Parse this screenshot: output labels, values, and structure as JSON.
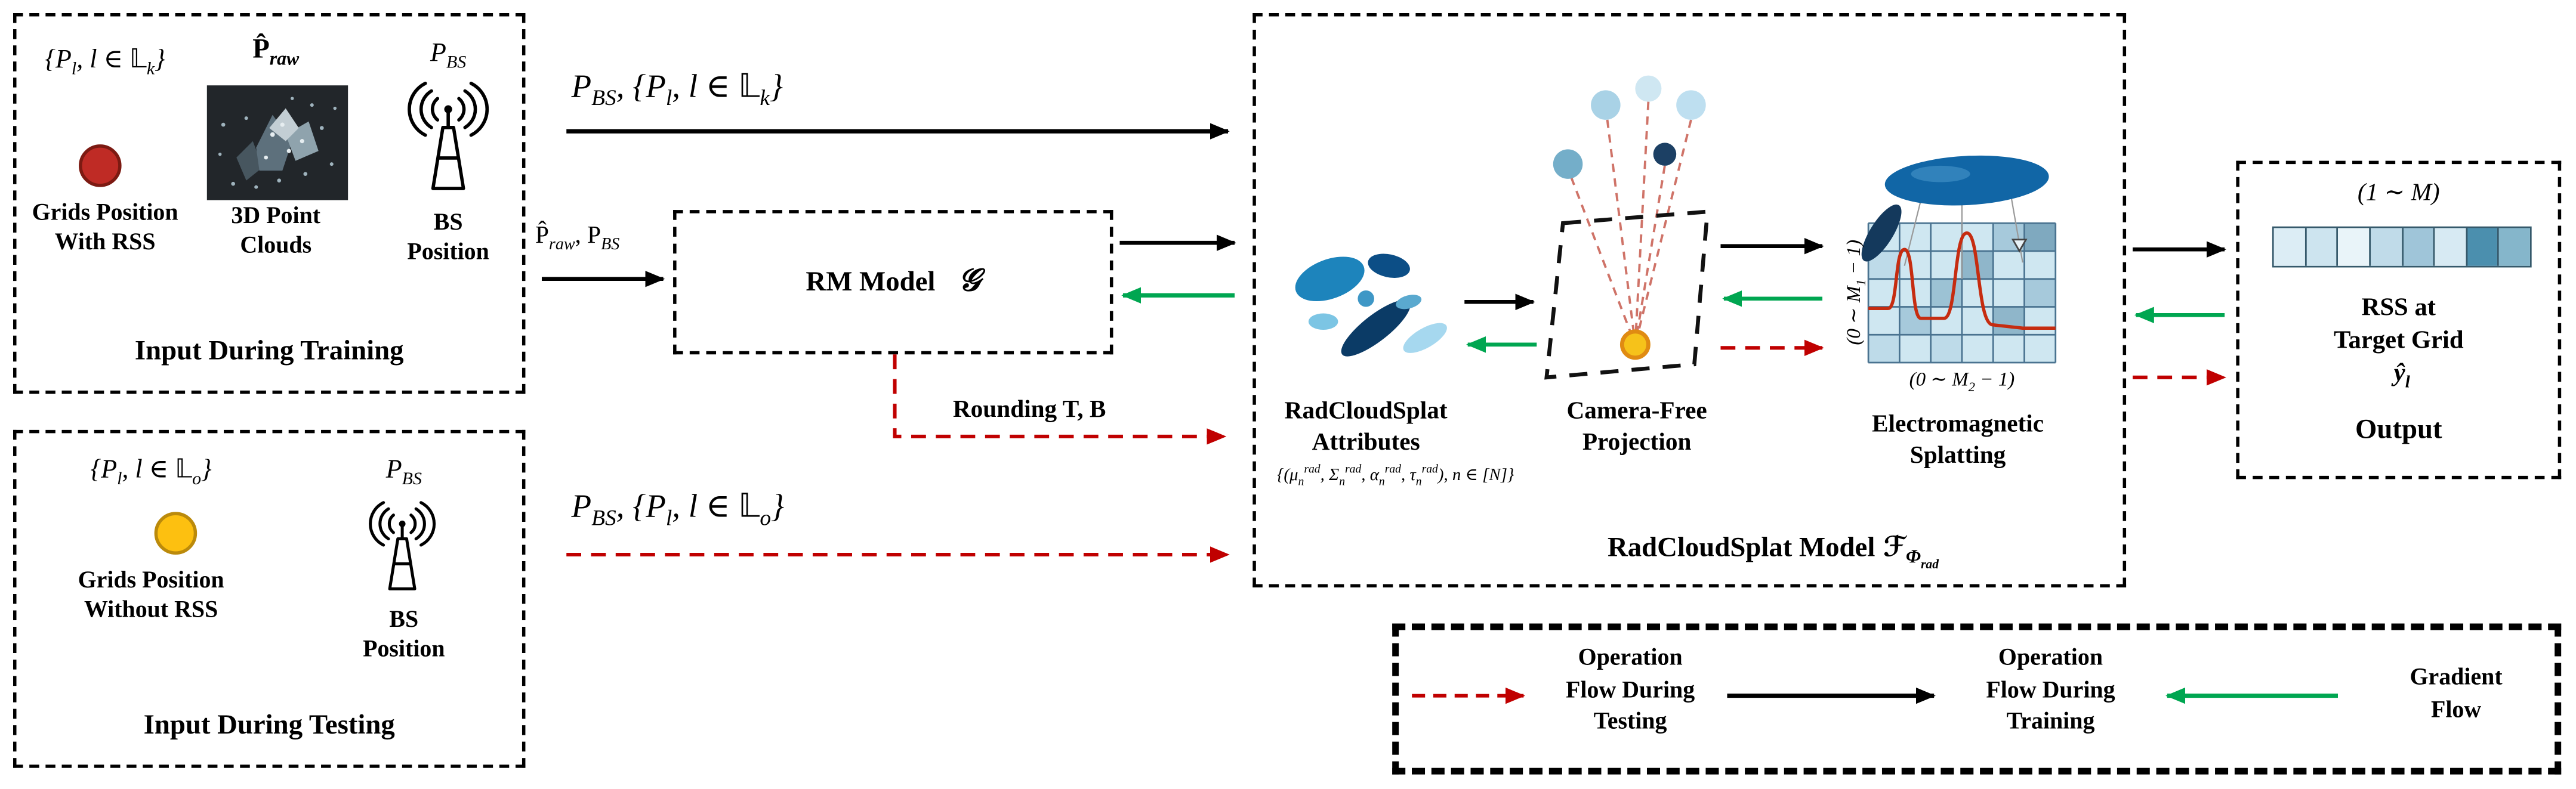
{
  "colors": {
    "flow_training": "#000000",
    "flow_testing": "#c00000",
    "flow_gradient": "#00a651",
    "grid_with_rss_marker": "#bf2b25",
    "grid_without_rss_marker": "#fdc010"
  },
  "training_input": {
    "title": "Input During Training",
    "grids_formula": "{P_(l), l ∈ 𝕃_(k)}",
    "grids_caption_1": "Grids Position",
    "grids_caption_2": "With RSS",
    "cloud_formula": "P̂_(raw)",
    "cloud_caption_1": "3D Point",
    "cloud_caption_2": "Clouds",
    "bs_formula": "P_(BS)",
    "bs_caption_1": "BS",
    "bs_caption_2": "Position"
  },
  "testing_input": {
    "title": "Input During Testing",
    "grids_formula": "{P_(l), l ∈ 𝕃_(o)}",
    "grids_caption_1": "Grids Position",
    "grids_caption_2": "Without RSS",
    "bs_formula": "P_(BS)",
    "bs_caption_1": "BS",
    "bs_caption_2": "Position"
  },
  "flow_labels": {
    "training_path": "P_(BS), {P_(l), l ∈ 𝕃_(k)}",
    "rm_input": "P̂_(raw), P_(BS)",
    "rounding": "Rounding T, B",
    "testing_path": "P_(BS), {P_(l), l ∈ 𝕃_(o)}"
  },
  "rm_model": {
    "label": "RM Model",
    "symbol": "𝒢"
  },
  "radcloudsplat": {
    "title": "RadCloudSplat Model",
    "title_symbol": "ℱ_(Φ_(rad))",
    "attributes_caption_1": "RadCloudSplat",
    "attributes_caption_2": "Attributes",
    "attributes_formula": "{(μ_(n)^(rad), Σ_(n)^(rad), α_(n)^(rad), τ_(n)^(rad)), n ∈ [N]}",
    "projection_caption_1": "Camera-Free",
    "projection_caption_2": "Projection",
    "splatting_caption_1": "Electromagnetic",
    "splatting_caption_2": "Splatting",
    "splatting_axis_left": "(0 ∼ M_(1) − 1)",
    "splatting_axis_bottom": "(0 ∼ M_(2) − 1)"
  },
  "output": {
    "title": "Output",
    "range_label": "(1 ∼ M)",
    "caption_line1": "RSS at",
    "caption_line2": "Target Grid",
    "caption_symbol": "ŷ_(l)",
    "cells": [
      "#dcedf5",
      "#cde4ef",
      "#e9f4f9",
      "#c0dbe9",
      "#9fc5d9",
      "#d7eaf3",
      "#4b8fae",
      "#85b6cb"
    ]
  },
  "legend": {
    "testing_1": "Operation",
    "testing_2": "Flow During",
    "testing_3": "Testing",
    "training_1": "Operation",
    "training_2": "Flow During",
    "training_3": "Training",
    "gradient_1": "Gradient",
    "gradient_2": "Flow"
  }
}
